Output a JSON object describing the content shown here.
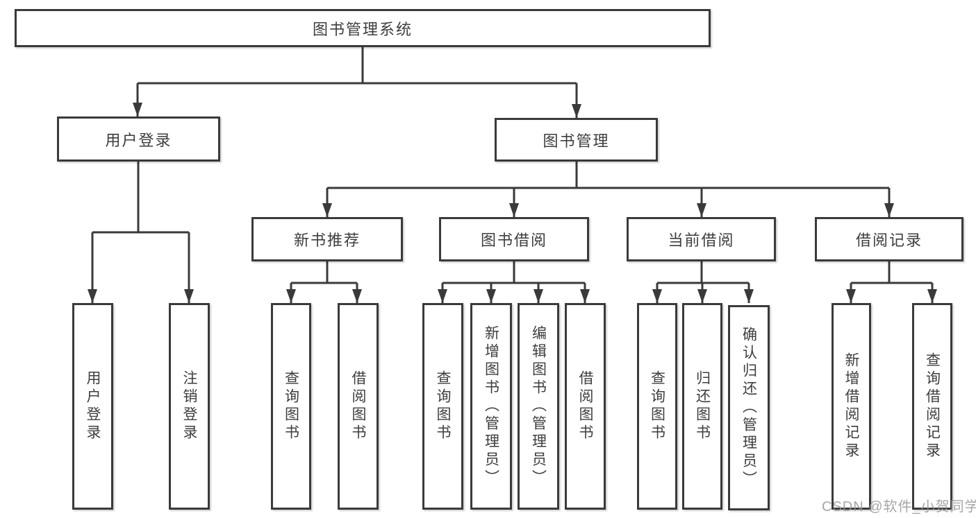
{
  "diagram_title": "图书管理系统",
  "nodes": {
    "root": "图书管理系统",
    "level2": [
      "用户登录",
      "图书管理"
    ],
    "level3": [
      "新书推荐",
      "图书借阅",
      "当前借阅",
      "借阅记录"
    ],
    "leaves": [
      "用户登录",
      "注销登录",
      "查询图书",
      "借阅图书",
      "查询图书",
      "新增图书（管理员）",
      "编辑图书（管理员）",
      "借阅图书",
      "查询图书",
      "归还图书",
      "确认归还（管理员）",
      "新增借阅记录",
      "查询借阅记录"
    ]
  },
  "hierarchy": {
    "图书管理系统": [
      "用户登录",
      "图书管理"
    ],
    "用户登录": [
      "用户登录",
      "注销登录"
    ],
    "图书管理": [
      "新书推荐",
      "图书借阅",
      "当前借阅",
      "借阅记录"
    ],
    "新书推荐": [
      "查询图书",
      "借阅图书"
    ],
    "图书借阅": [
      "查询图书",
      "新增图书（管理员）",
      "编辑图书（管理员）",
      "借阅图书"
    ],
    "当前借阅": [
      "查询图书",
      "归还图书",
      "确认归还（管理员）"
    ],
    "借阅记录": [
      "新增借阅记录",
      "查询借阅记录"
    ]
  },
  "watermark": {
    "text": "CSDN @软件_小贺同学"
  },
  "colors": {
    "line": "#3a3a3a",
    "text": "#3d3d3d",
    "background": "#ffffff",
    "watermark": "#96969a"
  }
}
